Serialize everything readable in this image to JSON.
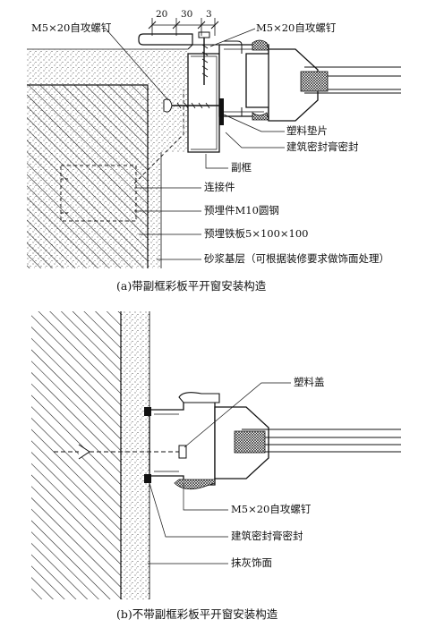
{
  "figure_a": {
    "dimensions": [
      "20",
      "30",
      "3"
    ],
    "labels": {
      "screw_left": "M5×20自攻螺钉",
      "screw_right": "M5×20自攻螺钉",
      "plastic_pad": "塑料垫片",
      "sealant": "建筑密封膏密封",
      "sub_frame": "副框",
      "connector": "连接件",
      "embedded_steel": "预埋件M10圆钢",
      "embedded_plate": "预埋铁板5×100×100",
      "mortar_base": "砂浆基层（可根据装修要求做饰面处理）"
    },
    "caption": "(a)带副框彩板平开窗安装构造"
  },
  "figure_b": {
    "labels": {
      "plastic_cap": "塑料盖",
      "screw": "M5×20自攻螺钉",
      "sealant": "建筑密封膏密封",
      "plaster_finish": "抹灰饰面"
    },
    "caption": "(b)不带副框彩板平开窗安装构造"
  },
  "colors": {
    "line": "#111111",
    "fill": "#ffffff"
  }
}
